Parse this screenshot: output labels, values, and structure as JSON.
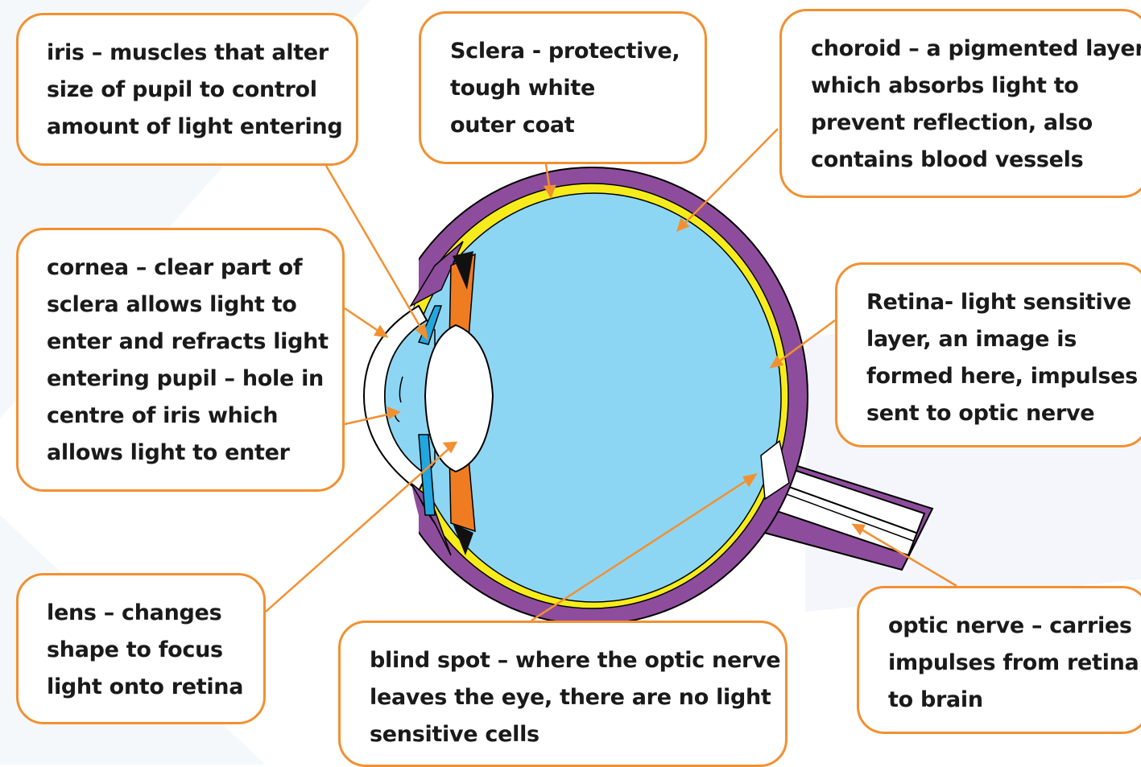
{
  "labels": {
    "iris": [
      "iris – muscles that alter",
      "size of pupil to control",
      "amount of light entering"
    ],
    "sclera": [
      "Sclera - protective,",
      "tough white",
      "outer coat"
    ],
    "choroid": [
      "choroid – a pigmented layer",
      "which absorbs light to",
      "prevent reflection, also",
      "contains blood vessels"
    ],
    "cornea": [
      "cornea – clear part of",
      "sclera allows light to",
      "enter and refracts light",
      "entering pupil – hole in",
      "centre of iris which",
      "allows light to enter"
    ],
    "retina": [
      "Retina- light sensitive",
      "layer, an image is",
      "formed here, impulses",
      "sent to optic nerve"
    ],
    "lens": [
      "lens – changes",
      "shape to focus",
      "light onto retina"
    ],
    "blind_spot": [
      "blind spot – where the optic nerve",
      "leaves the eye, there are no light",
      "sensitive cells"
    ],
    "optic_nerve": [
      "optic nerve – carries",
      "impulses from retina",
      "to brain"
    ]
  },
  "colors": {
    "sclera": "#8e4d9c",
    "choroid": "#f6ec1c",
    "vitreous": "#8dd6f3",
    "iris": "#22a6df",
    "ciliary": "#f07c22",
    "pointer": "#f29031",
    "border": "#f29031"
  }
}
